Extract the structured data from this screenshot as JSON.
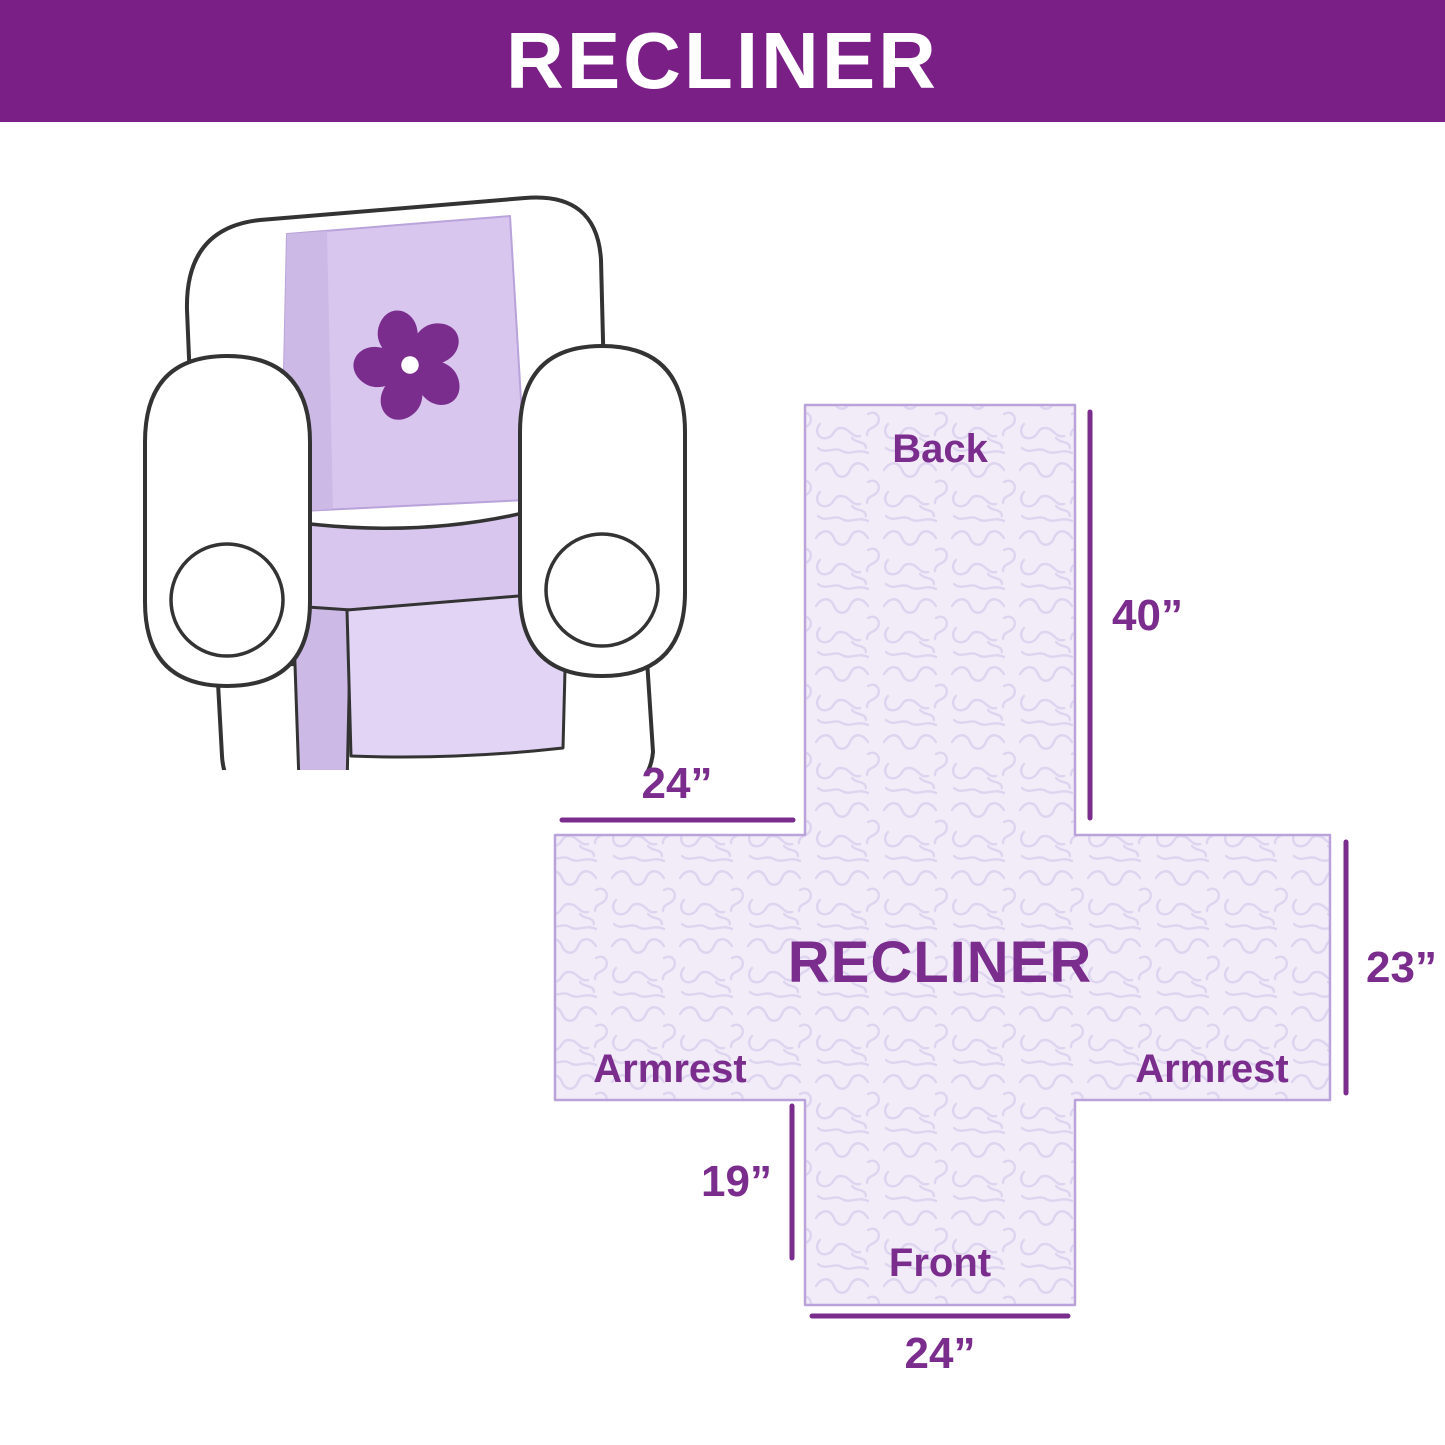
{
  "header": {
    "title": "RECLINER",
    "bg_color": "#7a1f85",
    "text_color": "#ffffff"
  },
  "chair": {
    "description": "recliner armchair line illustration with lavender protective cover",
    "cover_color": "#d8c6ee",
    "drape_color": "#e2d4f4",
    "outline_color": "#333333",
    "logo_icon": "pinwheel-icon",
    "logo_color": "#7b2d8e"
  },
  "diagram": {
    "center_label": "RECLINER",
    "fill_color": "#f1ecf8",
    "pattern_color": "#ded4ef",
    "border_color": "#b9a3da",
    "accent_color": "#7b2d8e",
    "labels": {
      "back": "Back",
      "front": "Front",
      "armrest_left": "Armrest",
      "armrest_right": "Armrest"
    },
    "dimensions": {
      "back_length": "40”",
      "left_width": "24”",
      "side_height": "23”",
      "front_length": "19”",
      "bottom_width": "24”"
    }
  }
}
